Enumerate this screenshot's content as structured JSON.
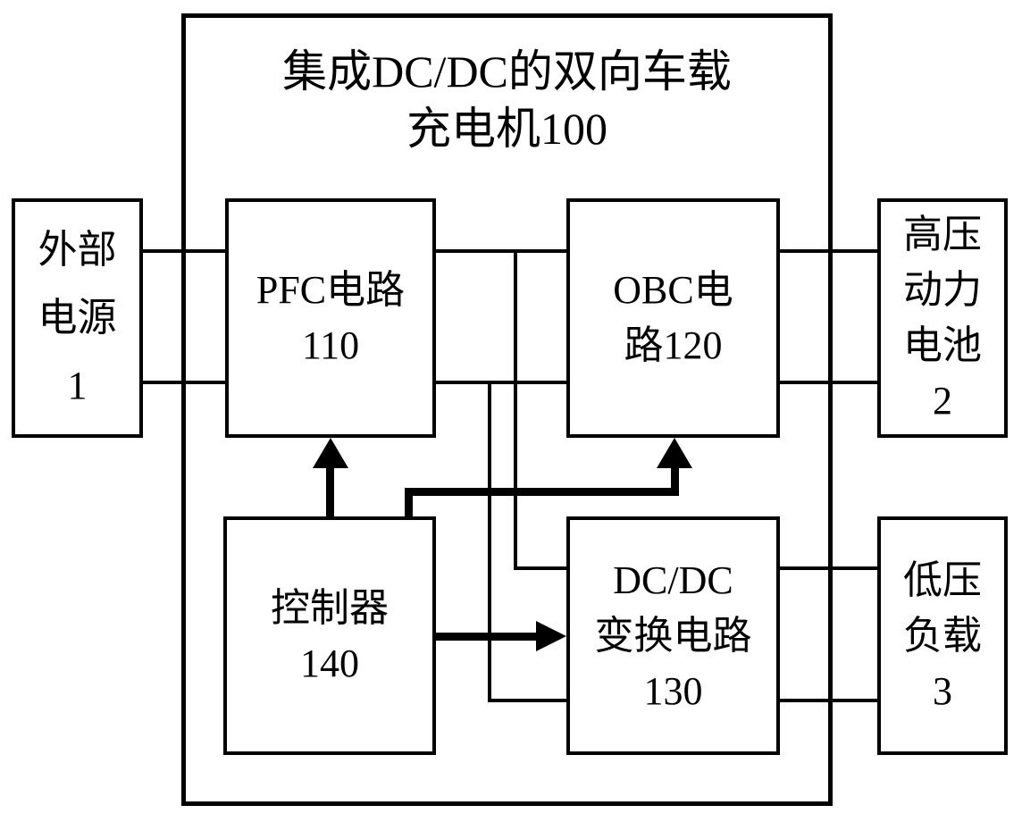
{
  "colors": {
    "background": "#ffffff",
    "line": "#000000",
    "text": "#000000"
  },
  "diagram": {
    "outer_box": {
      "title_line1": "集成DC/DC的双向车载",
      "title_line2": "充电机100",
      "ref": "100"
    },
    "blocks": {
      "external_power": {
        "ref": "1",
        "lines": [
          "外部",
          "电源",
          "1"
        ]
      },
      "pfc": {
        "ref": "110",
        "lines": [
          "PFC电路",
          "110"
        ]
      },
      "obc": {
        "ref": "120",
        "lines": [
          "OBC电",
          "路120"
        ]
      },
      "hv_battery": {
        "ref": "2",
        "lines": [
          "高压",
          "动力",
          "电池",
          "2"
        ]
      },
      "controller": {
        "ref": "140",
        "lines": [
          "控制器",
          "140"
        ]
      },
      "dcdc": {
        "ref": "130",
        "lines": [
          "DC/DC",
          "变换电路",
          "130"
        ]
      },
      "lv_load": {
        "ref": "3",
        "lines": [
          "低压",
          "负载",
          "3"
        ]
      }
    },
    "connections": [
      {
        "from": "external_power",
        "to": "pfc",
        "style": "thin",
        "wires": 2
      },
      {
        "from": "pfc",
        "to": "obc",
        "style": "thin",
        "wires": 2
      },
      {
        "from": "obc",
        "to": "hv_battery",
        "style": "thin",
        "wires": 2
      },
      {
        "from": "pfc_obc_bus",
        "to": "dcdc",
        "style": "thin",
        "wires": 2
      },
      {
        "from": "dcdc",
        "to": "lv_load",
        "style": "thin",
        "wires": 2
      },
      {
        "from": "controller",
        "to": "pfc",
        "style": "thick-arrow"
      },
      {
        "from": "controller",
        "to": "obc",
        "style": "thick-arrow"
      },
      {
        "from": "controller",
        "to": "dcdc",
        "style": "thick-arrow"
      }
    ]
  }
}
